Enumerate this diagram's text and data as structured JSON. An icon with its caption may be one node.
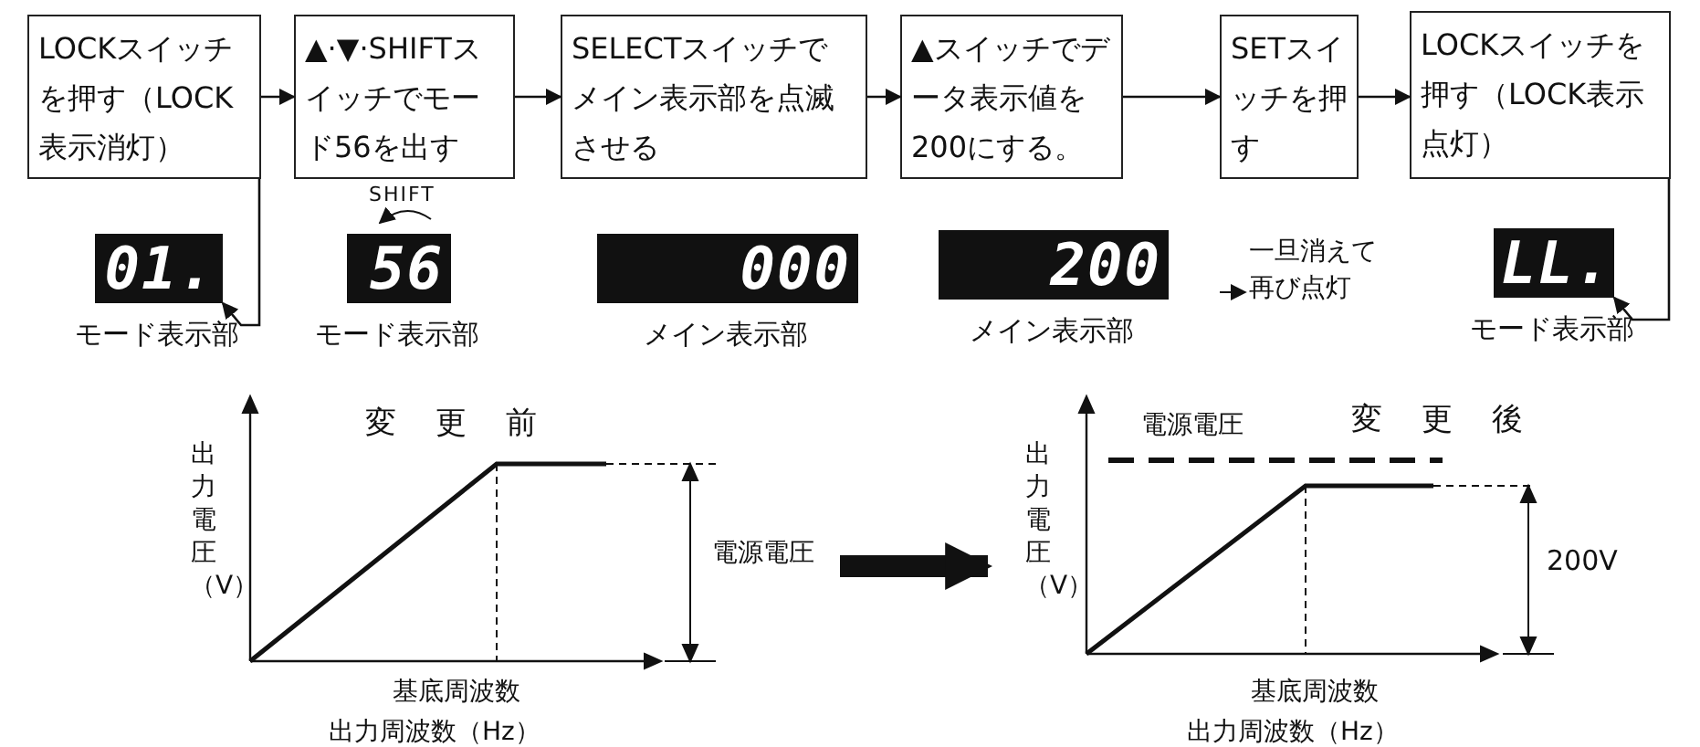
{
  "diagram": {
    "nodes": [
      {
        "text": [
          "LOCKスイッチを押す（LOCK表示消灯）"
        ]
      },
      {
        "text": [
          "▲·▼·SHIFTスイッチでモード56を出す"
        ]
      },
      {
        "text": [
          "SELECTスイッチでメイン表示部を点滅させる"
        ]
      },
      {
        "text": [
          "▲スイッチでデータ表示値を200にする。"
        ]
      },
      {
        "text": [
          "SETスイッチを押す"
        ]
      },
      {
        "text": [
          "LOCKスイッチを押す（LOCK表示点灯）"
        ]
      },
      {
        "text": [
          "01."
        ],
        "beside": [
          "モード表示部"
        ]
      },
      {
        "text": [
          "56"
        ],
        "beside": [
          "モード表示部"
        ]
      },
      {
        "text": [
          "000"
        ],
        "beside": [
          "メイン表示部"
        ]
      },
      {
        "text": [
          "200"
        ],
        "beside": [
          "メイン表示部"
        ]
      },
      {
        "text": [
          "LL."
        ],
        "beside": [
          "モード表示部"
        ]
      },
      {
        "text": [
          "変 更 前",
          "出力電圧（V）",
          "電源電圧",
          "基底周波数",
          "出力周波数（Hz）"
        ]
      },
      {
        "text": [
          "電源電圧",
          "変 更 後",
          "出力電圧（V）",
          "200V",
          "基底周波数",
          "出力周波数（Hz）"
        ]
      }
    ],
    "edges": [
      {
        "from": 0,
        "to": 1,
        "arrow": "to"
      },
      {
        "from": 1,
        "to": 2,
        "arrow": "to"
      },
      {
        "from": 2,
        "to": 3,
        "arrow": "to"
      },
      {
        "from": 3,
        "to": 4,
        "arrow": "to"
      },
      {
        "from": 4,
        "to": 5,
        "arrow": "to"
      },
      {
        "from": 0,
        "to": 6,
        "arrow": "to"
      },
      {
        "from": 5,
        "to": 10,
        "arrow": "to"
      },
      {
        "from": 11,
        "to": 12,
        "arrow": "to",
        "style": "thick"
      }
    ],
    "labels": [
      "SHIFT",
      "一旦消えて再び点灯"
    ]
  }
}
